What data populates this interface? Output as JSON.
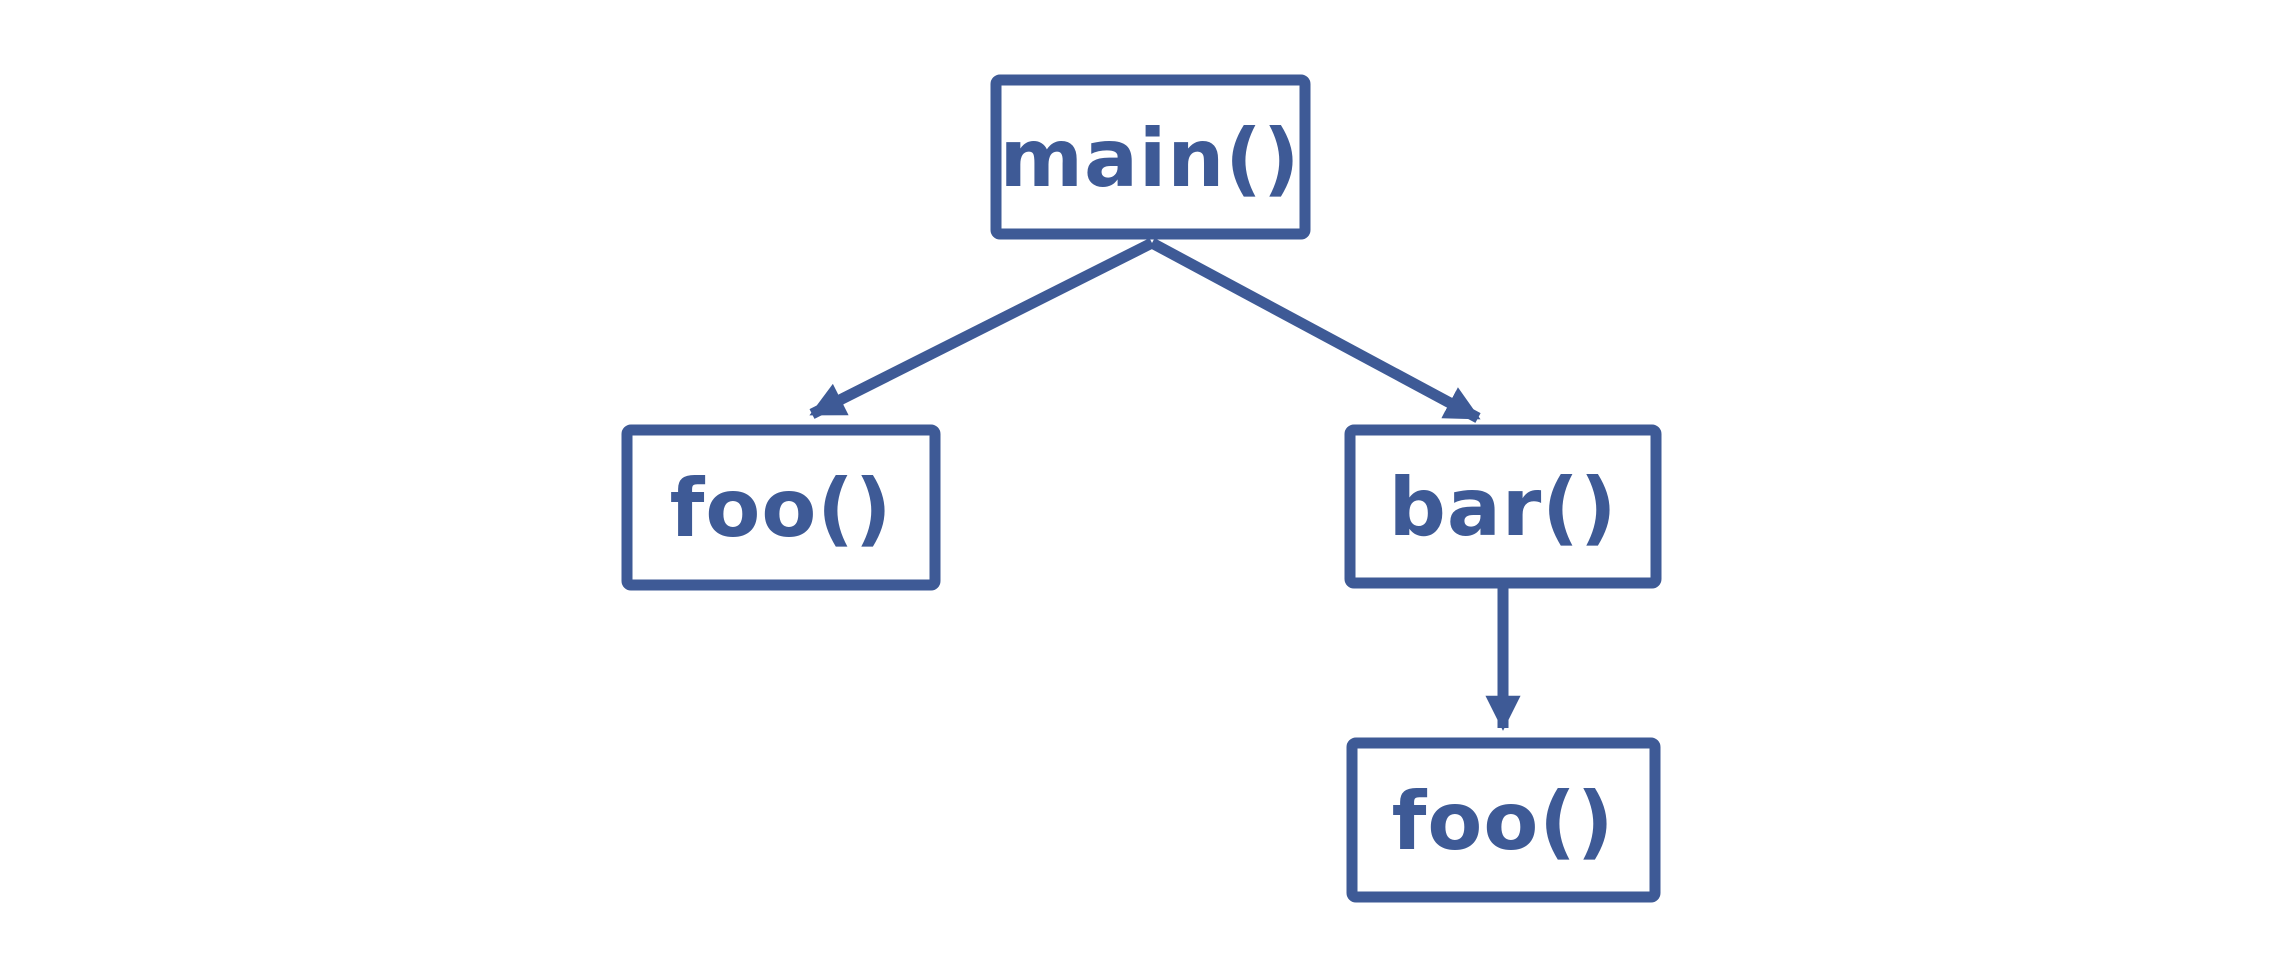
{
  "diagram": {
    "type": "call-graph",
    "background_color": "#ffffff",
    "ink_color": "#3e5a96",
    "nodes": [
      {
        "id": "main",
        "label": "main()"
      },
      {
        "id": "foo-left",
        "label": "foo()"
      },
      {
        "id": "bar",
        "label": "bar()"
      },
      {
        "id": "foo-bottom",
        "label": "foo()"
      }
    ],
    "edges": [
      {
        "from": "main",
        "to": "foo-left"
      },
      {
        "from": "main",
        "to": "bar"
      },
      {
        "from": "bar",
        "to": "foo-bottom"
      }
    ]
  }
}
